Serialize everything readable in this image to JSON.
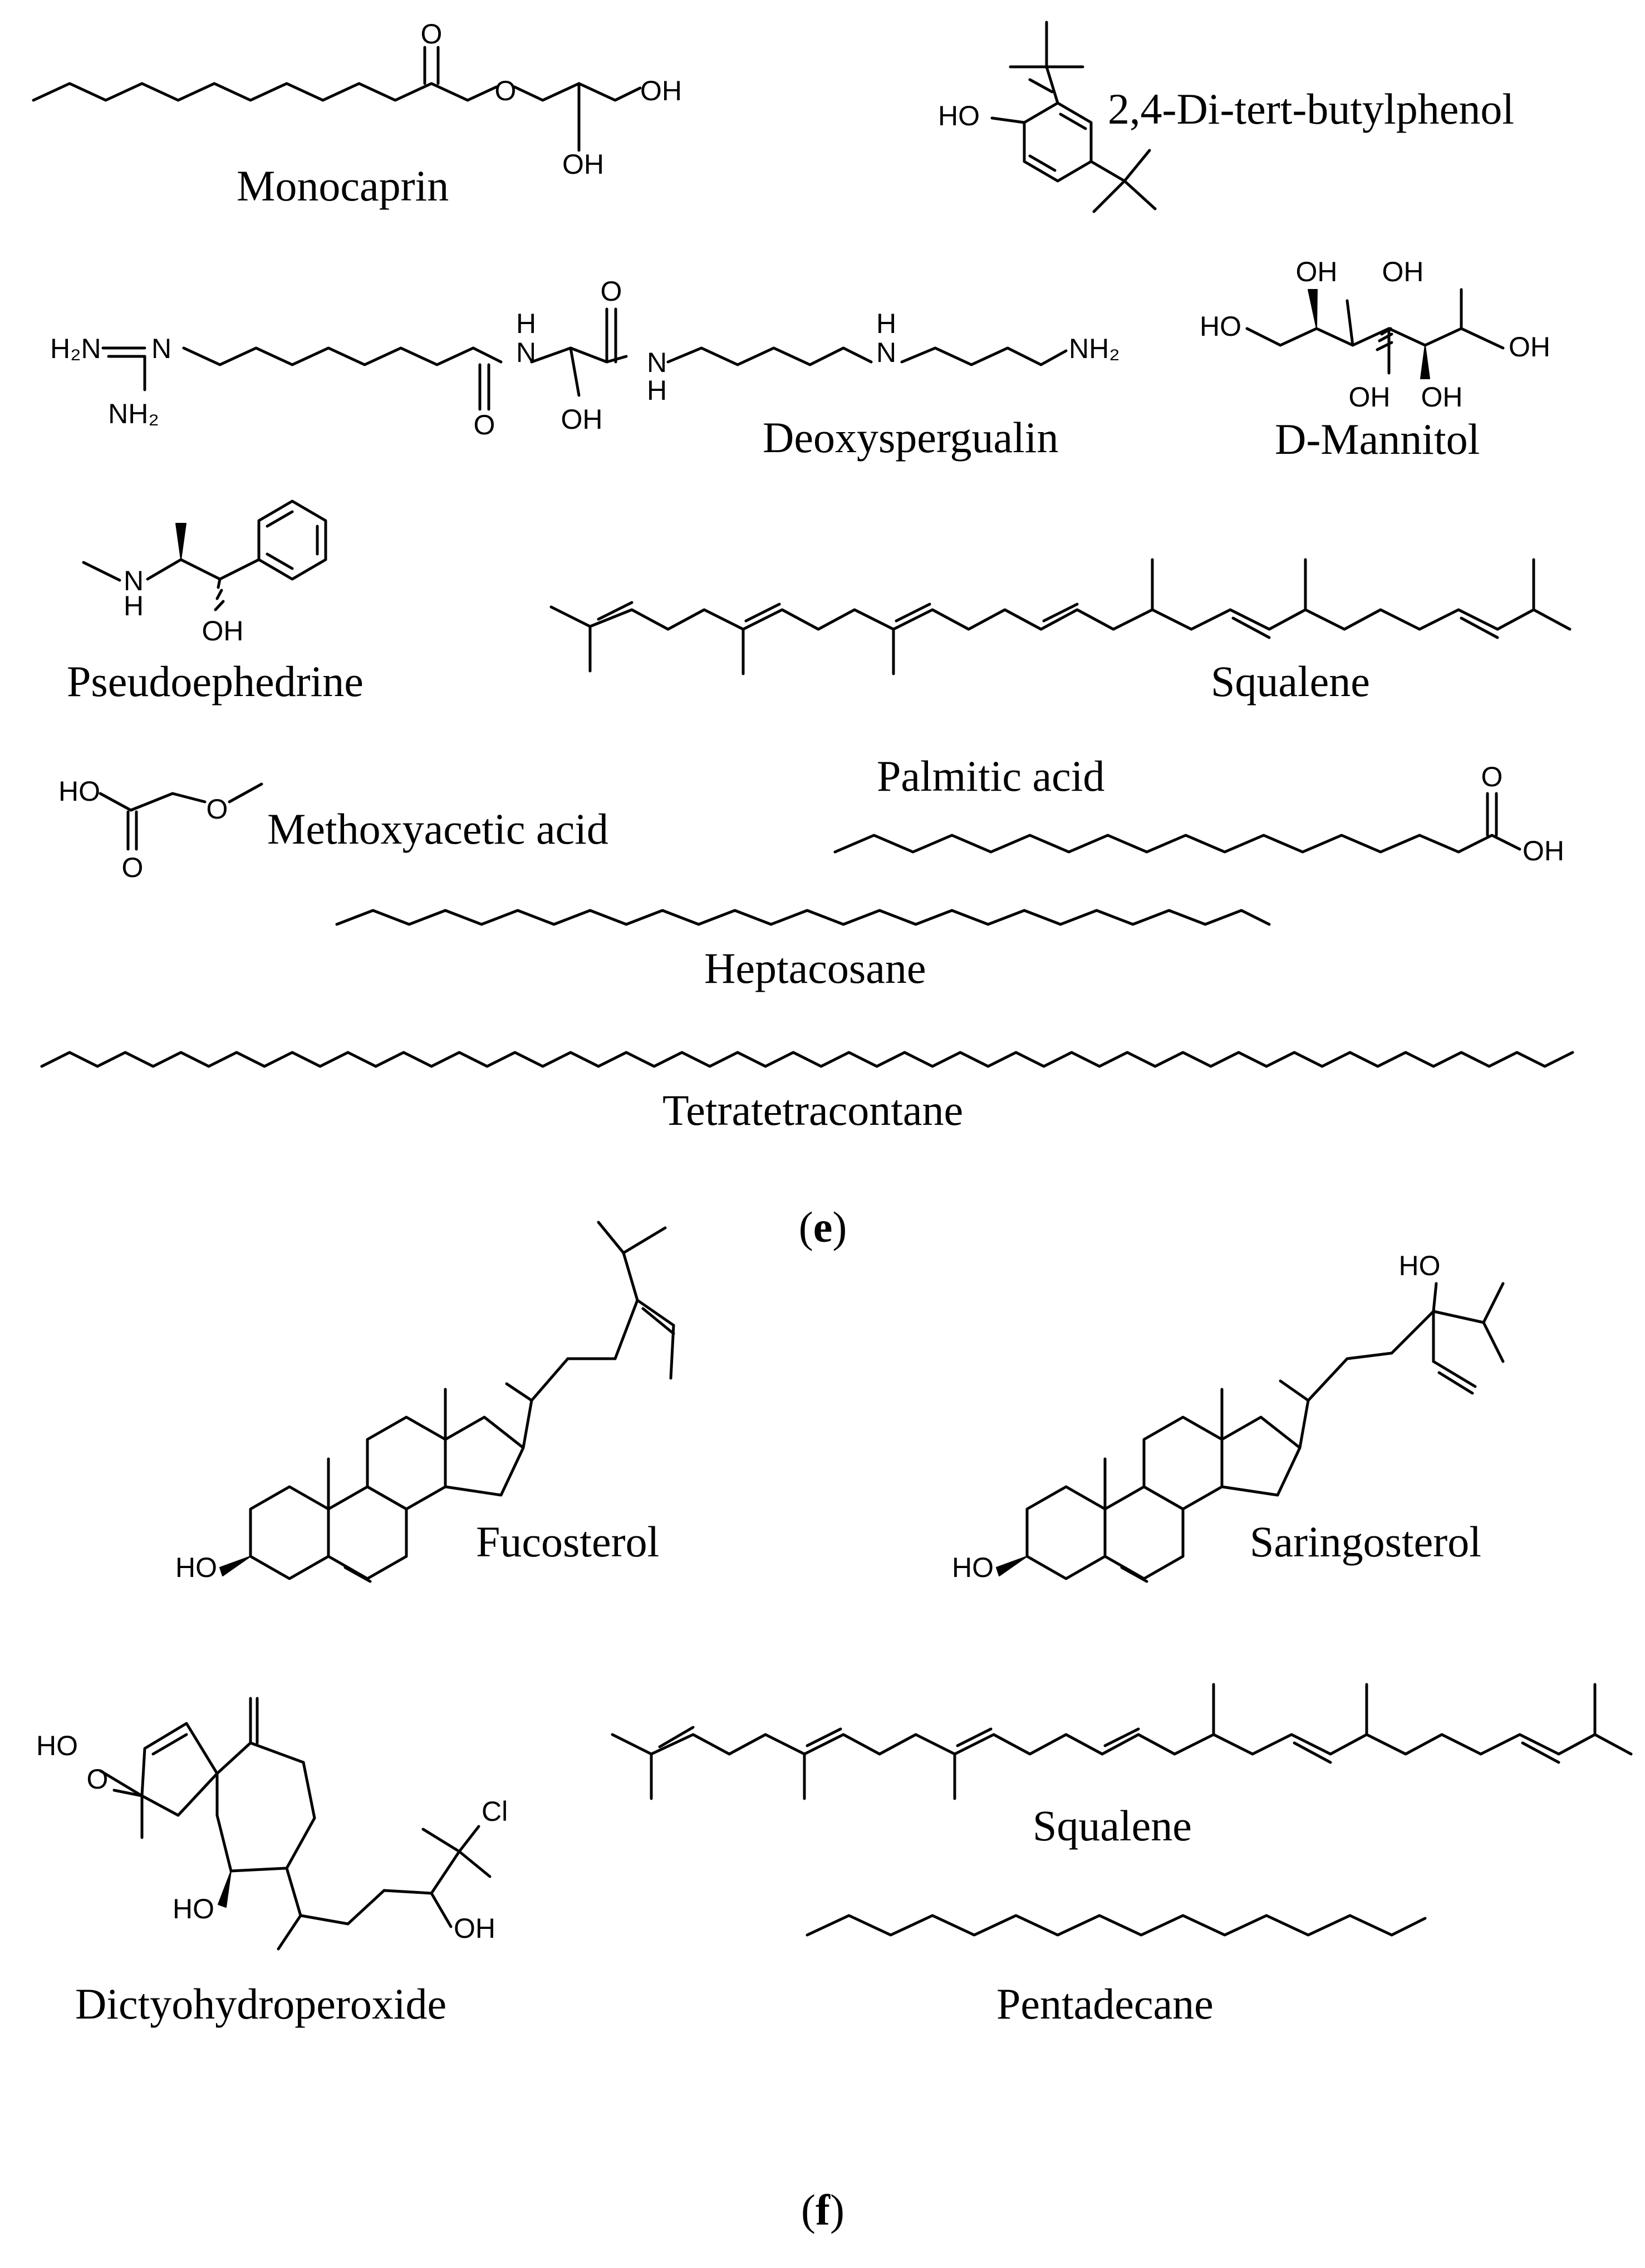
{
  "panels": [
    {
      "tag": {
        "open": "(",
        "letter": "e",
        "close": ")"
      },
      "compounds": [
        {
          "name": "Monocaprin",
          "atoms": [
            "O",
            "O",
            "OH",
            "OH"
          ]
        },
        {
          "name": "2,4-Di-tert-butylphenol",
          "atoms": [
            "HO"
          ]
        },
        {
          "name": "Deoxyspergualin",
          "atoms": [
            "H₂N",
            "N",
            "NH₂",
            "H",
            "N",
            "O",
            "OH",
            "O",
            "N",
            "H",
            "H",
            "N",
            "NH₂"
          ]
        },
        {
          "name": "D-Mannitol",
          "atoms": [
            "OH",
            "OH",
            "HO",
            "OH",
            "OH",
            "OH"
          ]
        },
        {
          "name": "Pseudoephedrine",
          "atoms": [
            "N",
            "H",
            "OH"
          ]
        },
        {
          "name": "Squalene",
          "atoms": []
        },
        {
          "name": "Methoxyacetic acid",
          "atoms": [
            "HO",
            "O",
            "O"
          ]
        },
        {
          "name": "Palmitic acid",
          "atoms": [
            "O",
            "OH"
          ]
        },
        {
          "name": "Heptacosane",
          "atoms": []
        },
        {
          "name": "Tetratetracontane",
          "atoms": []
        }
      ]
    },
    {
      "tag": {
        "open": "(",
        "letter": "f",
        "close": ")"
      },
      "compounds": [
        {
          "name": "Fucosterol",
          "atoms": [
            "HO"
          ]
        },
        {
          "name": "Saringosterol",
          "atoms": [
            "HO",
            "HO"
          ]
        },
        {
          "name": "Dictyohydroperoxide",
          "atoms": [
            "HO",
            "O",
            "HO",
            "Cl",
            "OH"
          ]
        },
        {
          "name": "Squalene",
          "atoms": []
        },
        {
          "name": "Pentadecane",
          "atoms": []
        }
      ]
    }
  ]
}
